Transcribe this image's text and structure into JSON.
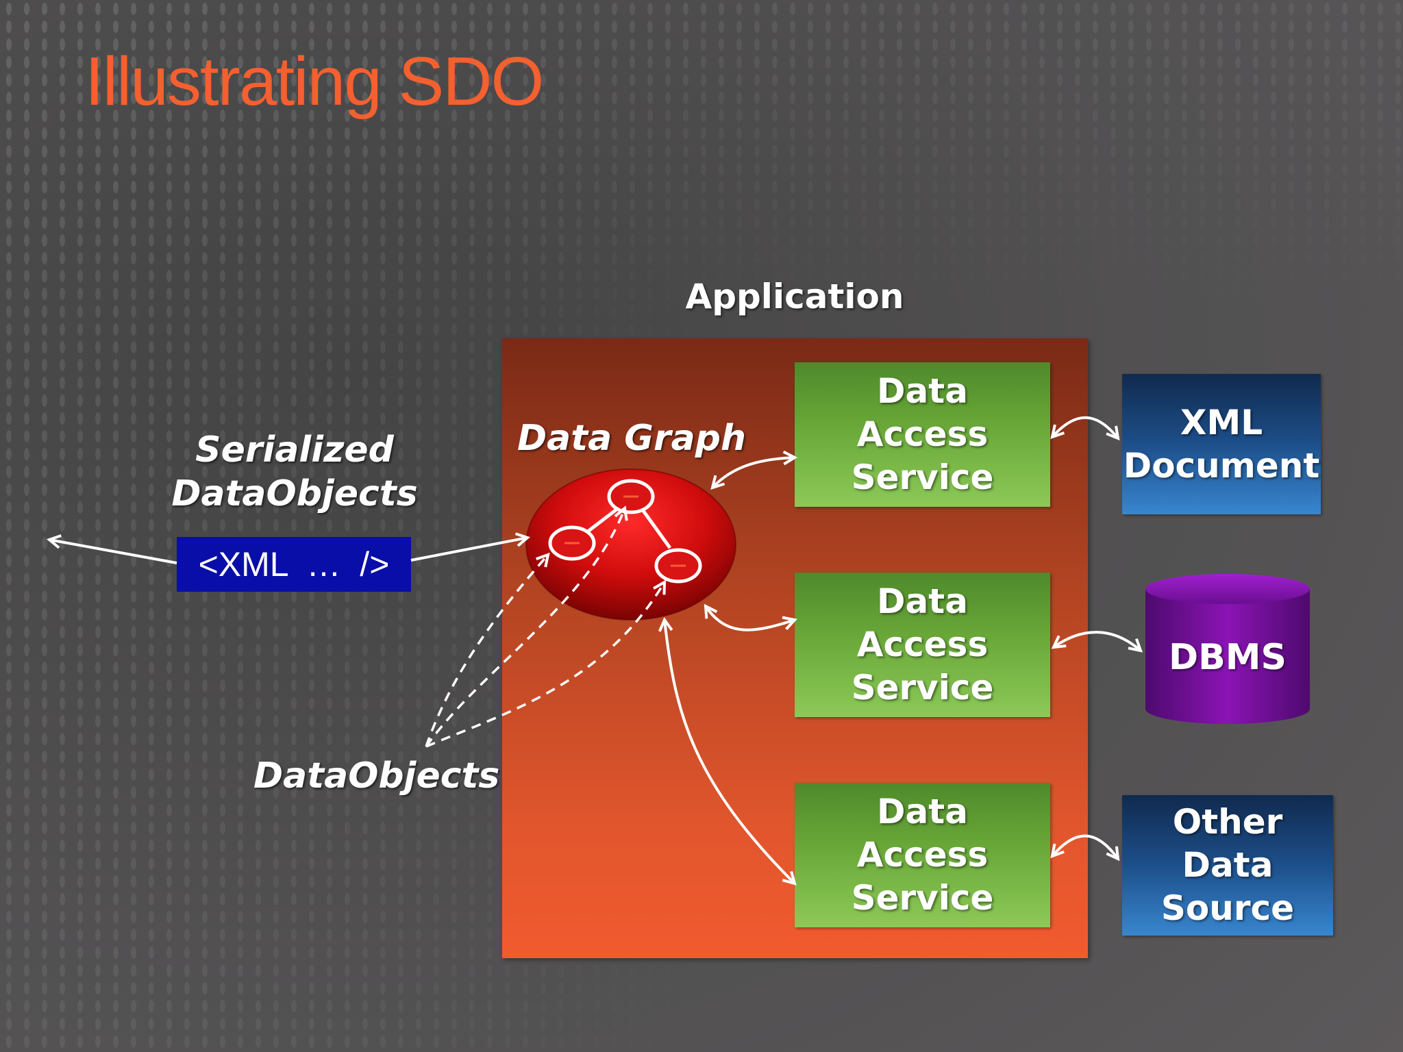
{
  "slide": {
    "title": "Illustrating SDO"
  },
  "diagram": {
    "application_label": "Application",
    "data_graph_label": "Data Graph",
    "serialized_label_line1": "Serialized",
    "serialized_label_line2": "DataObjects",
    "xml_tag": "<XML  …  />",
    "dataobjects_label": "DataObjects",
    "das_boxes": [
      {
        "line1": "Data",
        "line2": "Access",
        "line3": "Service"
      },
      {
        "line1": "Data",
        "line2": "Access",
        "line3": "Service"
      },
      {
        "line1": "Data",
        "line2": "Access",
        "line3": "Service"
      }
    ],
    "sources": {
      "xml_doc_line1": "XML",
      "xml_doc_line2": "Document",
      "dbms": "DBMS",
      "other_line1": "Other Data",
      "other_line2": "Source"
    }
  },
  "colors": {
    "title": "#f4602f",
    "application_top": "#7a2a16",
    "application_bottom": "#f25a2f",
    "das_green": "#6aa839",
    "source_blue": "#1d4f8a",
    "dbms_purple": "#7a0fa0",
    "xml_tag_blue": "#0a0ea8"
  }
}
